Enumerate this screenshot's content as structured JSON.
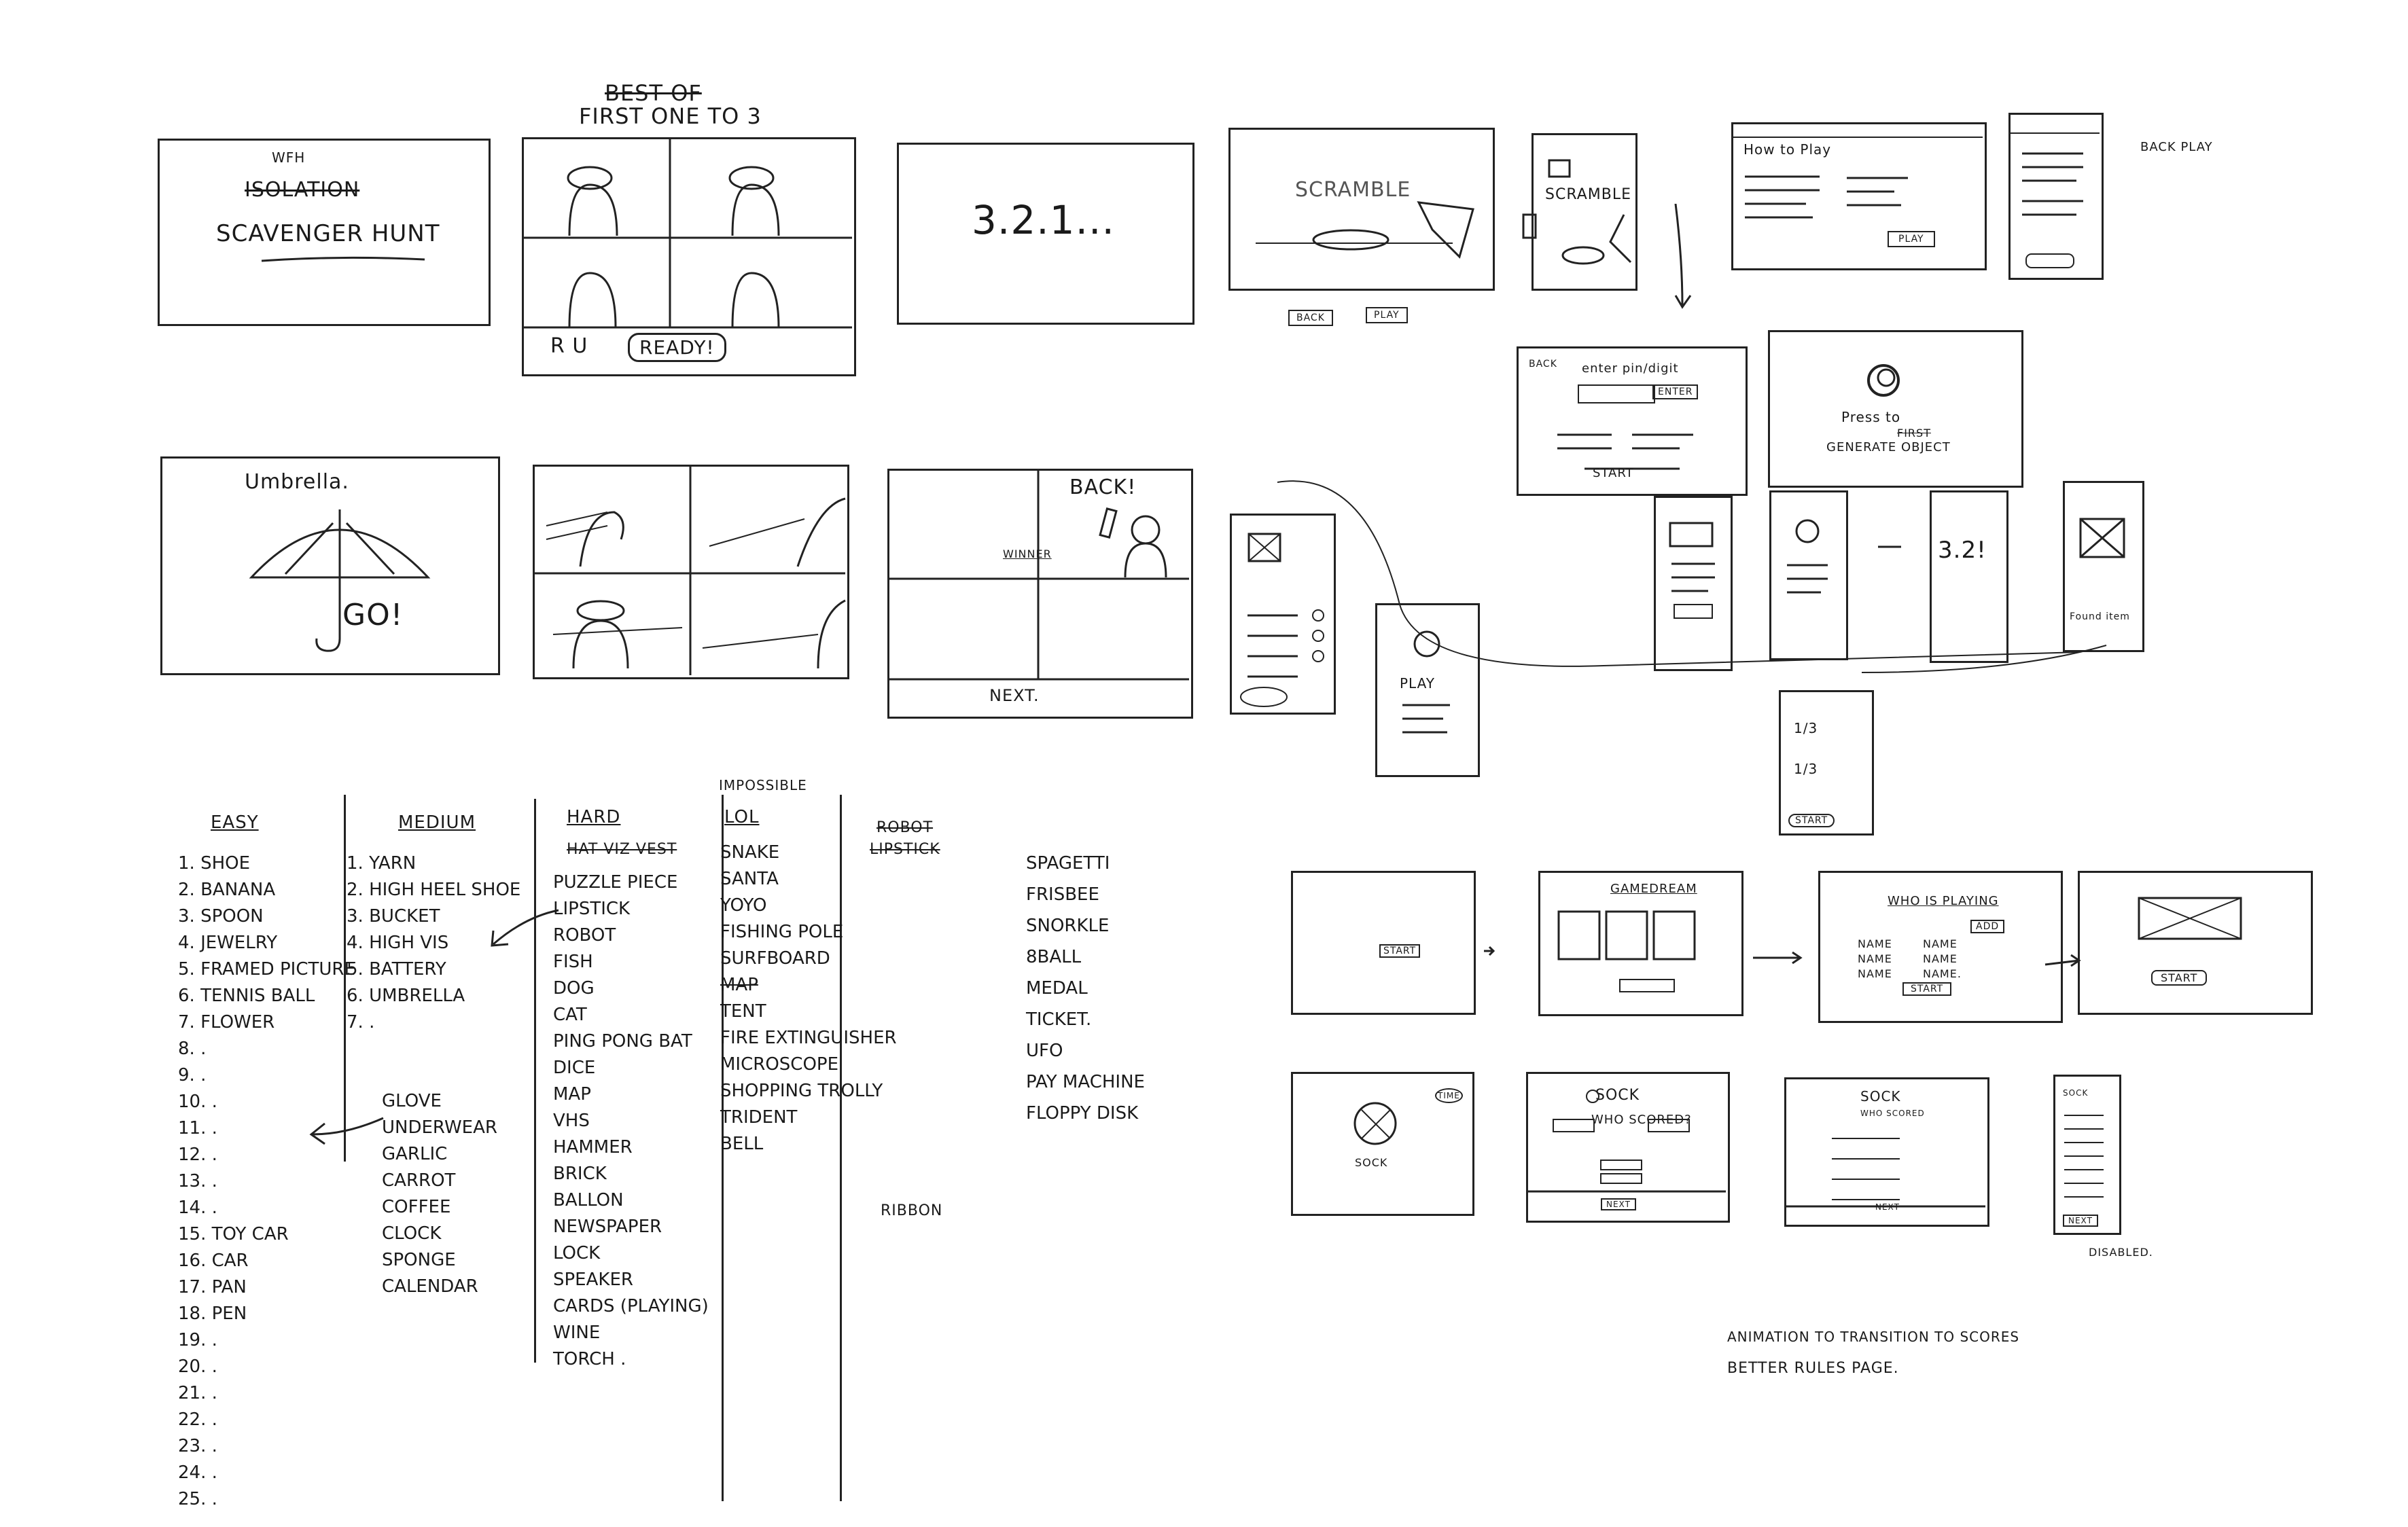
{
  "sketch_texts": {
    "wfh": "WFH",
    "isolation_crossed": "ISOLATION",
    "scavenger_hunt": "SCAVENGER HUNT",
    "best_of_crossed": "BEST OF",
    "first_one_to_3": "FIRST ONE TO 3",
    "r_u": "R U",
    "ready_button": "READY!",
    "countdown": "3.2.1...",
    "umbrella": "Umbrella.",
    "go": "GO!",
    "back": "BACK!",
    "winner": "WINNER",
    "next": "NEXT.",
    "scramble_1": "SCRAMBLE",
    "scramble_2": "SCRAMBLE",
    "how_to_play": "How to Play",
    "play_button": "PLAY",
    "play_small": "PLAY",
    "back_play_note": "BACK  PLAY",
    "back_small": "BACK",
    "enter_pin": "enter pin/digit",
    "enter_small": "ENTER",
    "start": "START",
    "press_to_generate": "Press to",
    "generate_crossed": "FIRST",
    "generate_object": "GENERATE OBJECT",
    "countdown_small": "3.2!",
    "found_item": "Found item",
    "play_lower": "PLAY",
    "score_1": "1/3",
    "score_2": "1/3",
    "start_small": "START",
    "game_dream": "GAMEDREAM",
    "who_is_playing": "WHO IS PLAYING",
    "add": "ADD",
    "name_1": "NAME",
    "name_2": "NAME",
    "name_3": "NAME",
    "name_4": "NAME",
    "name_5": "NAME",
    "name_6": "NAME.",
    "start_3": "START",
    "start_4": "START",
    "sock_label": "SOCK",
    "timer": "TIME",
    "sock_heading": "SOCK",
    "who_scored": "WHO SCORED?",
    "next_2": "NEXT",
    "sock_heading_2": "SOCK",
    "who_scored_2": "WHO SCORED",
    "next_3": "NEXT",
    "sock_small": "SOCK",
    "next_4": "NEXT",
    "disabled": "DISABLED.",
    "note_line_1": "ANIMATION TO TRANSITION TO SCORES",
    "note_line_2": "BETTER RULES PAGE."
  },
  "lists": {
    "easy": {
      "heading": "EASY",
      "items": [
        "1.  SHOE",
        "2.  BANANA",
        "3.  SPOON",
        "4.  JEWELRY",
        "5.  FRAMED PICTURE",
        "6.  TENNIS BALL",
        "7.  FLOWER",
        "8.  .",
        "9.  .",
        "10.  .",
        "11.  .",
        "12.  .",
        "13.  .",
        "14.  .",
        "15.  TOY CAR",
        "16.  CAR",
        "17.  PAN",
        "18.  PEN",
        "19.  .",
        "20.  .",
        "21.  .",
        "22.  .",
        "23.  .",
        "24.  .",
        "25.  ."
      ]
    },
    "medium": {
      "heading": "MEDIUM",
      "items": [
        "1. YARN",
        "2. HIGH HEEL SHOE",
        "3. BUCKET",
        "4. HIGH VIS",
        "5. BATTERY",
        "6. UMBRELLA",
        "7. ."
      ],
      "extra": [
        "GLOVE",
        "UNDERWEAR",
        "GARLIC",
        "CARROT",
        "COFFEE",
        "CLOCK",
        "SPONGE",
        "CALENDAR"
      ]
    },
    "hard": {
      "heading": "HARD",
      "crossed": "HAT VIZ VEST",
      "items": [
        "PUZZLE PIECE",
        "LIPSTICK",
        "ROBOT",
        "FISH",
        "DOG",
        "CAT",
        "PING PONG BAT",
        "DICE",
        "MAP",
        "VHS",
        "HAMMER",
        "BRICK",
        "BALLON",
        "NEWSPAPER",
        "LOCK",
        "SPEAKER",
        "CARDS (PLAYING)",
        "WINE",
        "TORCH ."
      ]
    },
    "lol": {
      "heading_small": "IMPOSSIBLE",
      "heading": "LOL",
      "items": [
        "SNAKE",
        "SANTA",
        "YOYO",
        "FISHING POLE",
        "SURFBOARD",
        "MAP",
        "TENT",
        "FIRE EXTINGUISHER",
        "MICROSCOPE",
        "SHOPPING TROLLY",
        "TRIDENT",
        "BELL"
      ]
    },
    "extra": {
      "crossed": [
        "ROBOT",
        "LIPSTICK"
      ],
      "items": [
        "SPAGETTI",
        "FRISBEE",
        "SNORKLE",
        "8BALL",
        "MEDAL",
        "TICKET.",
        "UFO",
        "PAY MACHINE",
        "FLOPPY DISK"
      ],
      "ribbon": "RIBBON"
    }
  }
}
